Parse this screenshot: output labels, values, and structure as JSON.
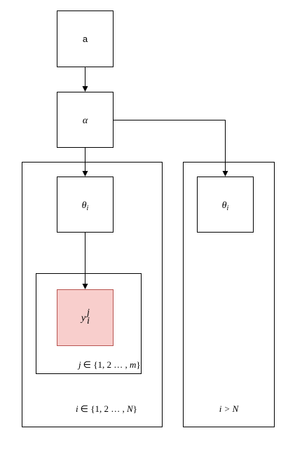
{
  "nodes": {
    "a": {
      "label": "a"
    },
    "alpha": {
      "label": "α"
    },
    "theta_left": {
      "base": "θ",
      "sub": "i"
    },
    "theta_right": {
      "base": "θ",
      "sub": "i"
    },
    "y": {
      "base": "y",
      "sub": "i",
      "sup": "j"
    }
  },
  "plates": {
    "outer_left": {
      "var": "i",
      "in": "∈ {1, 2 … , ",
      "end": "N",
      "close": "}"
    },
    "inner": {
      "var": "j",
      "in": "∈ {1, 2 … , ",
      "end": "m",
      "close": "}"
    },
    "outer_right": {
      "text": "i > N"
    }
  },
  "colors": {
    "stroke": "#000000",
    "observed_fill": "#f8cecc",
    "observed_stroke": "#b85450",
    "background": "#ffffff"
  }
}
